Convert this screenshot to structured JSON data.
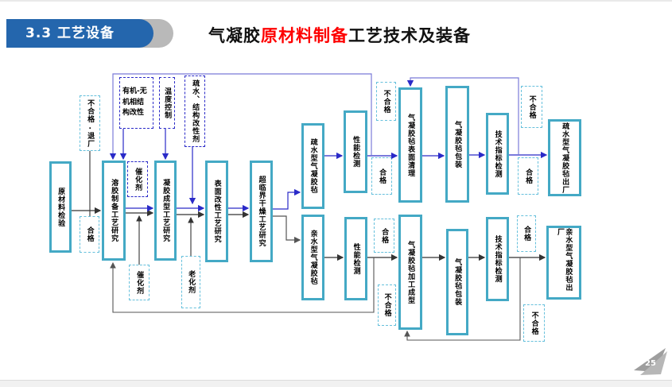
{
  "slide": {
    "badge": "3.3 工艺设备",
    "title_prefix": "气凝胶",
    "title_highlight": "原材料制备",
    "title_suffix": "工艺技术及装备",
    "page_number": "25"
  },
  "colors": {
    "badge_blue": "#2466ad",
    "title_highlight_red": "#fe0000",
    "process_box_teal": "#44a9c5",
    "input_box_dashed_blue": "#2a2ac8",
    "label_box_dashed_cyan": "#66c0dc",
    "flow_line_blue": "#2a2ac8",
    "flow_line_black": "#333333"
  },
  "nodes": {
    "raw_material": "原材料检验",
    "sol_prep": "溶胶制备工艺研究",
    "gel_form": "凝胶成型工艺研究",
    "surface_mod": "表面改性工艺研究",
    "supercritical_dry": "超临界干燥工艺研究",
    "hydrophobic_felt": "疏水型气凝胶毡",
    "perf_test": "性能检测",
    "surface_clean": "气凝胶毡表面清理",
    "packaging": "气凝胶毡包装",
    "tech_test": "技术指标检测",
    "hydrophobic_delivery": "疏水型气凝胶毡出厂",
    "hydrophilic_felt": "亲水型气凝胶毡",
    "processing": "气凝胶毡加工成型",
    "hydrophilic_delivery": "亲水型气凝胶毡出厂"
  },
  "inputs": {
    "organic_inorganic": "有机-无机相结构改性",
    "temp_control": "温度控制",
    "hydrophobic_agent": "疏水、结构改性剂",
    "catalyst": "催化剂",
    "aging_agent": "老化剂"
  },
  "labels": {
    "pass": "合格",
    "fail": "不合格",
    "fail_return": "不合格.退厂"
  }
}
